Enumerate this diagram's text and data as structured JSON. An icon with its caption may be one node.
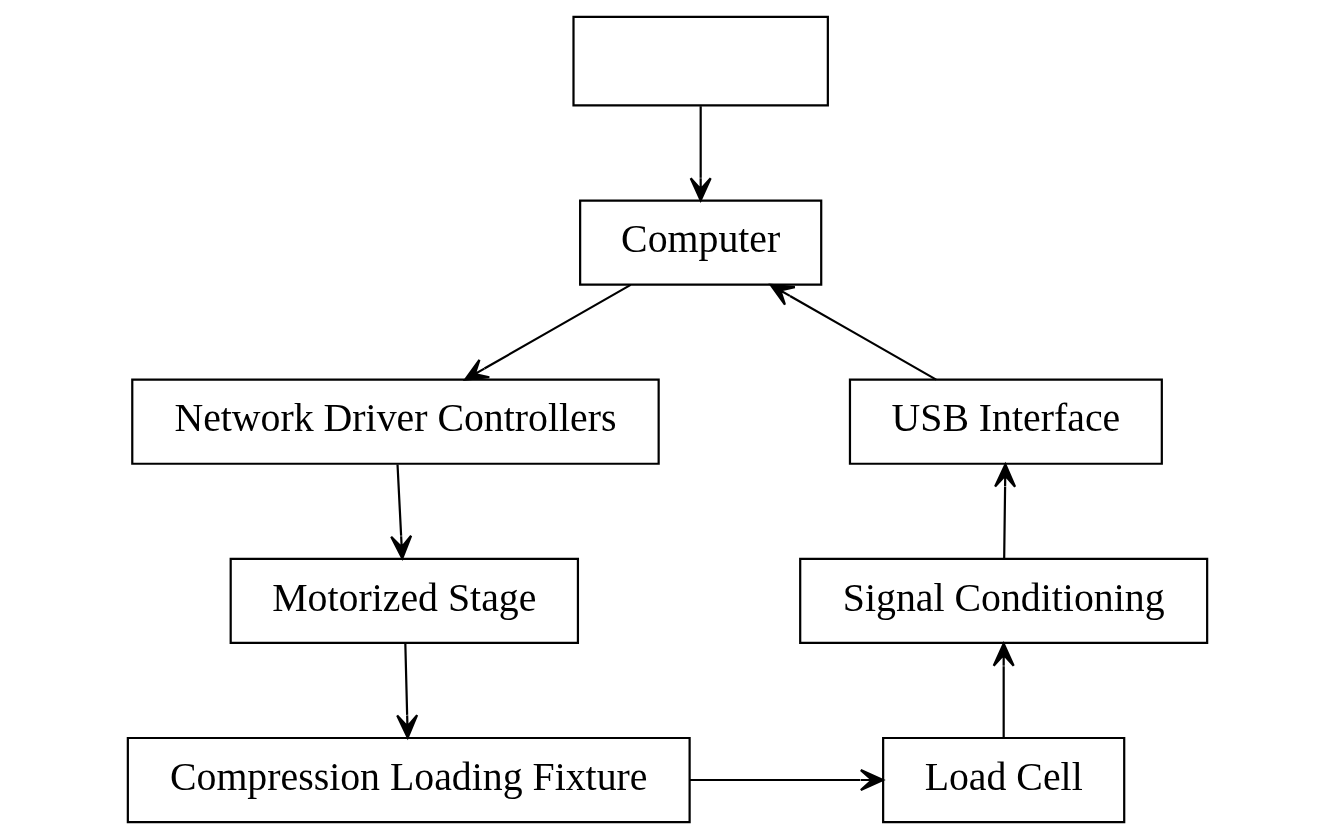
{
  "diagram": {
    "nodes": [
      {
        "text": [],
        "shape": "box"
      },
      {
        "text": [
          "Computer"
        ]
      },
      {
        "text": [
          "Network Driver Controllers"
        ]
      },
      {
        "text": [
          "Motorized Stage"
        ]
      },
      {
        "text": [
          "Compression Loading Fixture"
        ]
      },
      {
        "text": [
          "Load Cell"
        ]
      },
      {
        "text": [
          "Signal Conditioning"
        ]
      },
      {
        "text": [
          "USB Interface"
        ]
      }
    ],
    "edges": [
      {
        "from": 0,
        "to": 1,
        "arrow": "to"
      },
      {
        "from": 1,
        "to": 2,
        "arrow": "to"
      },
      {
        "from": 2,
        "to": 3,
        "arrow": "to"
      },
      {
        "from": 3,
        "to": 4,
        "arrow": "to"
      },
      {
        "from": 4,
        "to": 5,
        "arrow": "to"
      },
      {
        "from": 5,
        "to": 6,
        "arrow": "to"
      },
      {
        "from": 6,
        "to": 7,
        "arrow": "to"
      },
      {
        "from": 7,
        "to": 1,
        "arrow": "to"
      }
    ]
  }
}
